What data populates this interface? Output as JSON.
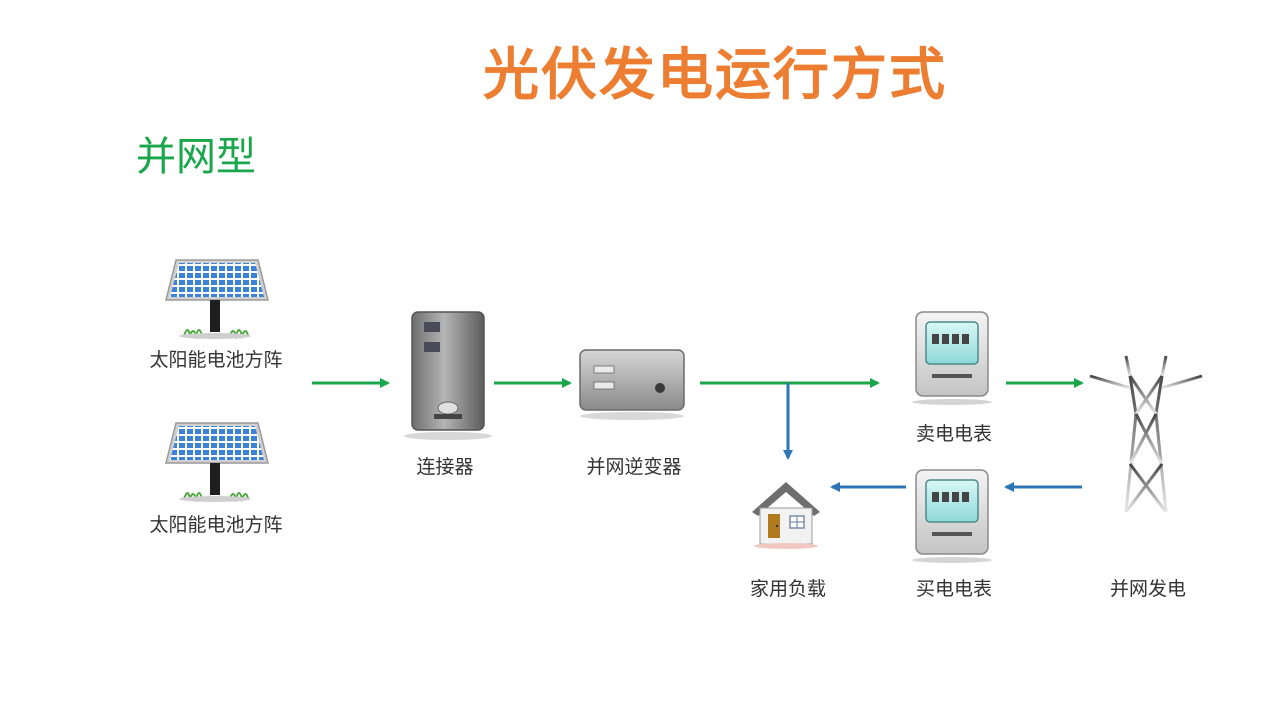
{
  "title": "光伏发电运行方式",
  "subtitle": "并网型",
  "colors": {
    "title": "#ec7d31",
    "subtitle": "#1aa64a",
    "arrow_green": "#1aa64a",
    "arrow_blue": "#2e75b6"
  },
  "nodes": {
    "solar_top": {
      "label": "太阳能电池方阵",
      "icon": "solar-panel-icon"
    },
    "solar_bottom": {
      "label": "太阳能电池方阵",
      "icon": "solar-panel-icon"
    },
    "connector": {
      "label": "连接器",
      "icon": "combiner-box-icon"
    },
    "inverter": {
      "label": "并网逆变器",
      "icon": "inverter-icon"
    },
    "sell_meter": {
      "label": "卖电电表",
      "icon": "electric-meter-icon"
    },
    "buy_meter": {
      "label": "买电电表",
      "icon": "electric-meter-icon"
    },
    "home_load": {
      "label": "家用负载",
      "icon": "house-icon"
    },
    "grid": {
      "label": "并网发电",
      "icon": "transmission-tower-icon"
    }
  }
}
